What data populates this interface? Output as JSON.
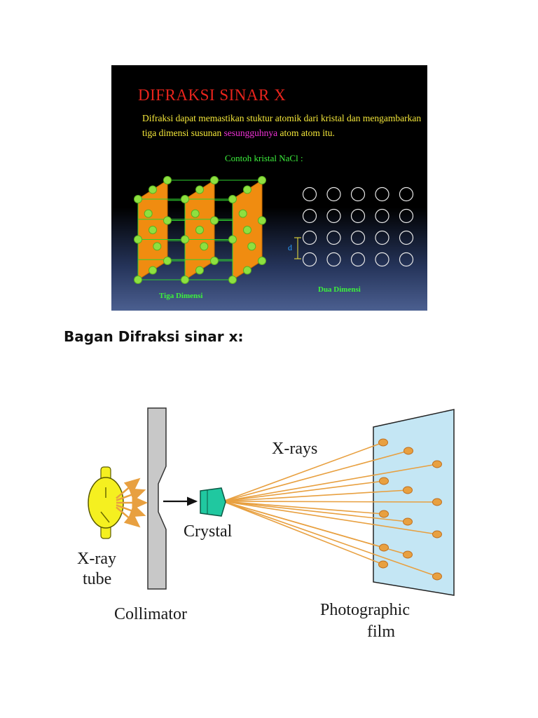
{
  "slide": {
    "title": "DIFRAKSI SINAR X",
    "body_part1": "Difraksi dapat memastikan stuktur atomik dari kristal dan mengambarkan tiga dimensi susunan ",
    "body_highlight": "sesungguhnya",
    "body_part2": " atom atom itu.",
    "subtitle": "Contoh kristal NaCl :",
    "label_3d": "Tiga Dimensi",
    "label_2d": "Dua Dimensi",
    "label_d": "d",
    "colors": {
      "title": "#e8241c",
      "body": "#f5e83a",
      "highlight": "#f032d6",
      "subtitle": "#3cf03c",
      "plane": "#f08c10",
      "atom": "#8ee040"
    }
  },
  "heading": "Bagan Difraksi sinar x:",
  "diagram": {
    "label_xrays": "X-rays",
    "label_crystal": "Crystal",
    "label_tube_line1": "X-ray",
    "label_tube_line2": "tube",
    "label_collimator": "Collimator",
    "label_film_line1": "Photographic",
    "label_film_line2": "film",
    "colors": {
      "beam": "#e8a040",
      "tube": "#f5f020",
      "crystal": "#20c8a0",
      "film": "#c4e6f4",
      "collimator": "#c8c8c8"
    }
  }
}
